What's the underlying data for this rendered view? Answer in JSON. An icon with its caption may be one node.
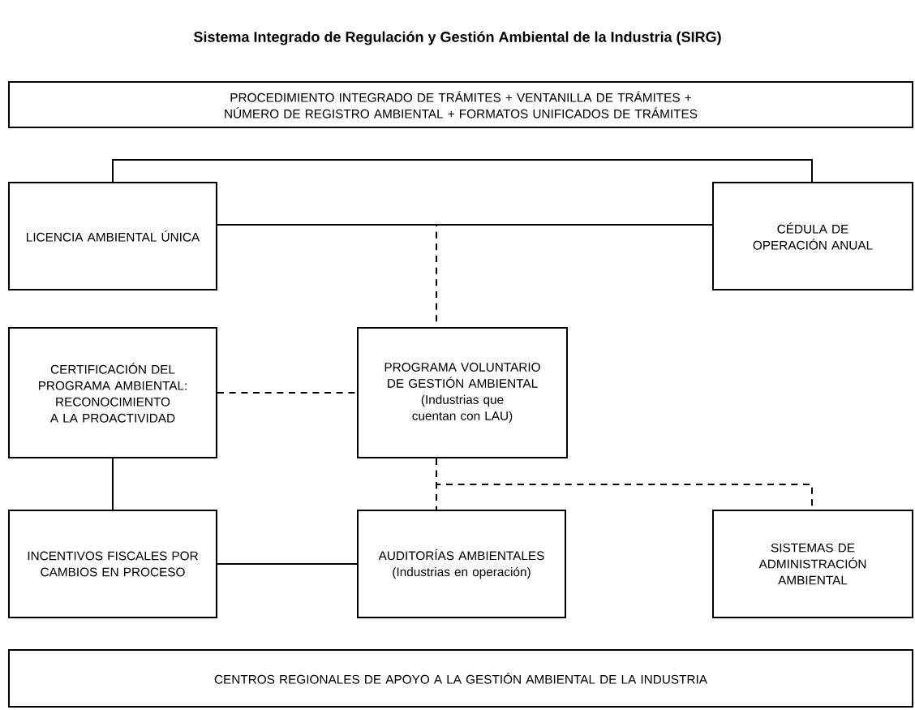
{
  "diagram": {
    "title": "Sistema Integrado de Regulación y Gestión Ambiental de la Industria (SIRG)",
    "nodes": [
      {
        "text": [
          "PROCEDIMIENTO INTEGRADO DE TRÁMITES + VENTANILLA DE TRÁMITES + NÚMERO DE REGISTRO AMBIENTAL + FORMATOS UNIFICADOS DE TRÁMITES"
        ]
      },
      {
        "text": [
          "LICENCIA AMBIENTAL ÚNICA"
        ]
      },
      {
        "text": [
          "CÉDULA DE OPERACIÓN ANUAL"
        ]
      },
      {
        "text": [
          "CERTIFICACIÓN DEL PROGRAMA AMBIENTAL: RECONOCIMIENTO A LA PROACTIVIDAD"
        ]
      },
      {
        "text": [
          "PROGRAMA VOLUNTARIO DE GESTIÓN AMBIENTAL (Industrias que cuentan con LAU)"
        ]
      },
      {
        "text": [
          "INCENTIVOS FISCALES POR CAMBIOS EN PROCESO"
        ]
      },
      {
        "text": [
          "AUDITORÍAS AMBIENTALES (Industrias en operación)"
        ]
      },
      {
        "text": [
          "SISTEMAS DE ADMINISTRACIÓN AMBIENTAL"
        ]
      },
      {
        "text": [
          "CENTROS REGIONALES DE APOYO A LA GESTIÓN AMBIENTAL DE LA INDUSTRIA"
        ]
      }
    ],
    "edges": [
      {
        "from": 1,
        "to": 2,
        "arrow": "none"
      },
      {
        "from": 1,
        "to": 2,
        "arrow": "none"
      },
      {
        "from": 1,
        "to": 4,
        "arrow": "none",
        "style": "dashed"
      },
      {
        "from": 3,
        "to": 4,
        "arrow": "none",
        "style": "dashed"
      },
      {
        "from": 3,
        "to": 5,
        "arrow": "none"
      },
      {
        "from": 4,
        "to": 6,
        "arrow": "none",
        "style": "dashed"
      },
      {
        "from": 4,
        "to": 7,
        "arrow": "none",
        "style": "dashed"
      },
      {
        "from": 5,
        "to": 6,
        "arrow": "none"
      }
    ]
  }
}
